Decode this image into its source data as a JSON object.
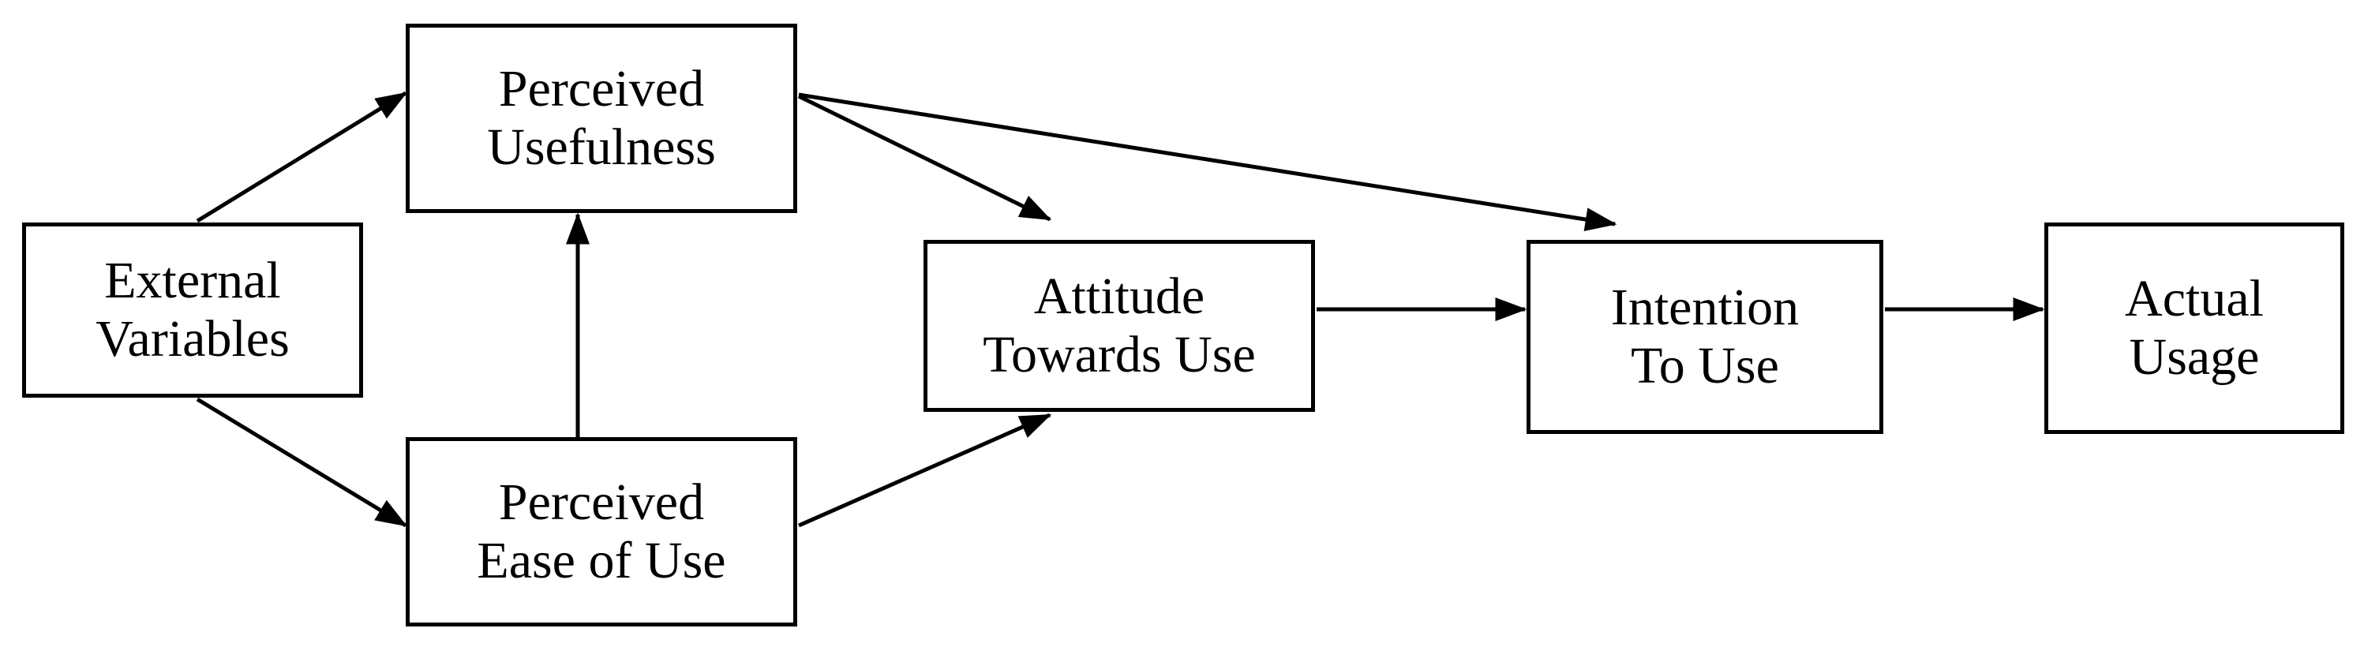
{
  "diagram": {
    "nodes": {
      "perceived_usefulness": "Perceived\nUsefulness",
      "external_variables": "External\nVariables",
      "perceived_ease_of_use": "Perceived\nEase of Use",
      "attitude_towards_use": "Attitude\nTowards Use",
      "intention_to_use": "Intention\nTo Use",
      "actual_usage": "Actual\nUsage"
    },
    "edges": [
      {
        "from": "external_variables",
        "to": "perceived_usefulness"
      },
      {
        "from": "external_variables",
        "to": "perceived_ease_of_use"
      },
      {
        "from": "perceived_ease_of_use",
        "to": "perceived_usefulness"
      },
      {
        "from": "perceived_usefulness",
        "to": "attitude_towards_use"
      },
      {
        "from": "perceived_usefulness",
        "to": "intention_to_use"
      },
      {
        "from": "perceived_ease_of_use",
        "to": "attitude_towards_use"
      },
      {
        "from": "attitude_towards_use",
        "to": "intention_to_use"
      },
      {
        "from": "intention_to_use",
        "to": "actual_usage"
      }
    ],
    "colors": {
      "stroke": "#000000",
      "background": "#ffffff"
    }
  }
}
